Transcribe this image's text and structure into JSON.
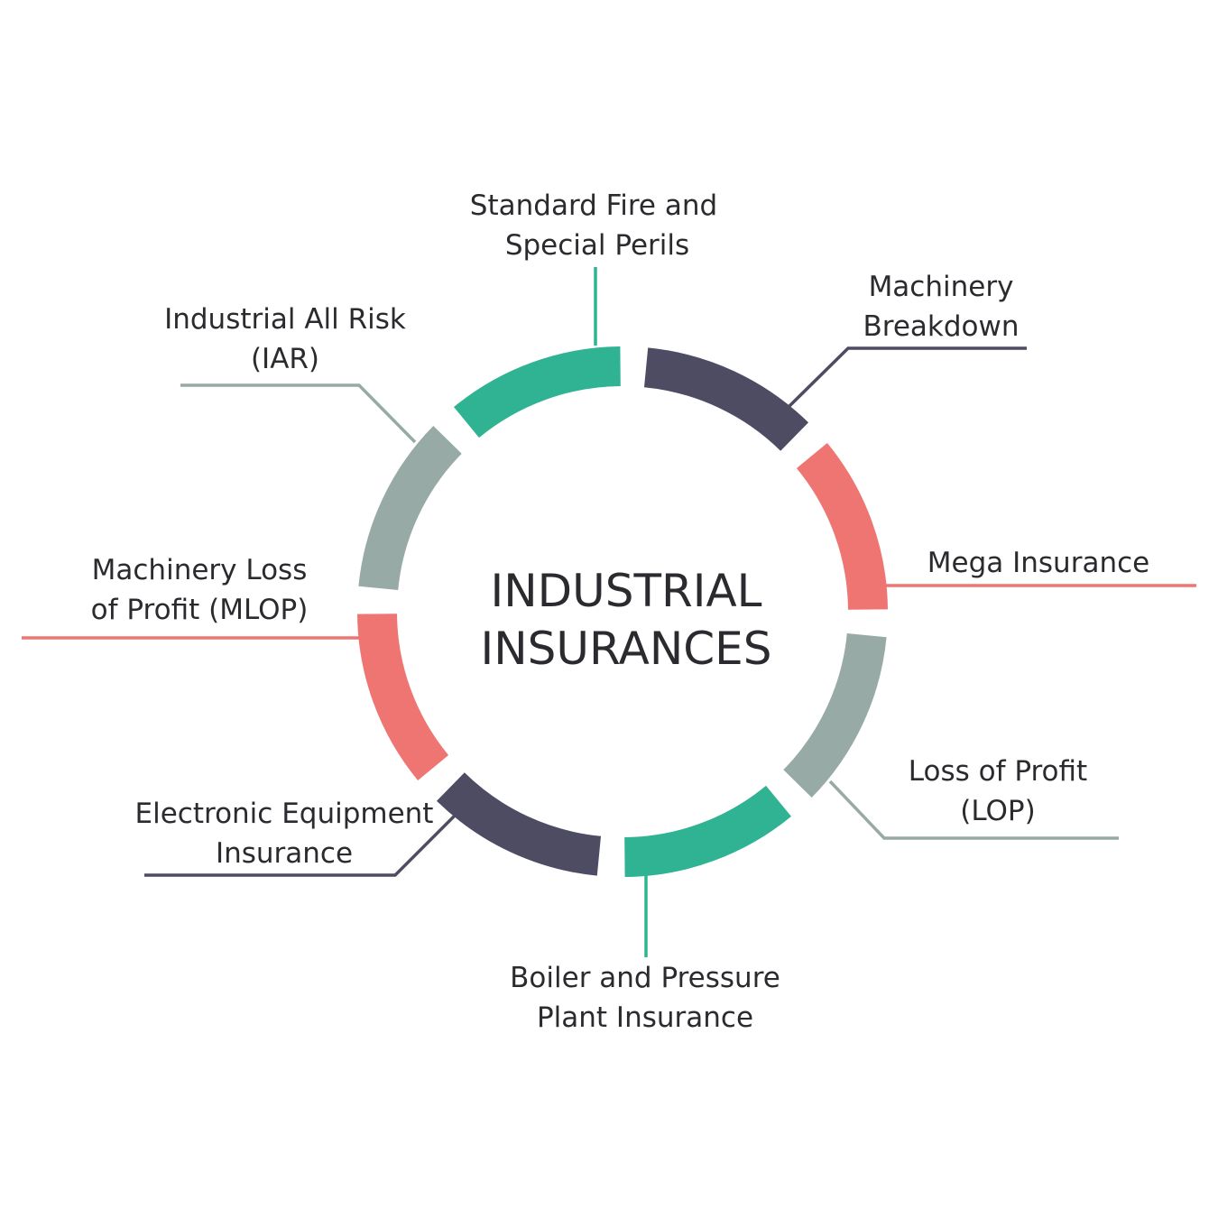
{
  "title": {
    "line1": "INDUSTRIAL",
    "line2": "INSURANCES"
  },
  "colors": {
    "green": "#2fb392",
    "navy": "#4d4c62",
    "coral": "#ef7572",
    "grey": "#97aaa6"
  },
  "segments": [
    {
      "label_lines": [
        "Standard Fire and",
        "Special Perils"
      ],
      "color": "green"
    },
    {
      "label_lines": [
        "Machinery",
        "Breakdown"
      ],
      "color": "navy"
    },
    {
      "label_lines": [
        "Mega Insurance"
      ],
      "color": "coral"
    },
    {
      "label_lines": [
        "Loss of Profit",
        "(LOP)"
      ],
      "color": "grey"
    },
    {
      "label_lines": [
        "Boiler and Pressure",
        "Plant Insurance"
      ],
      "color": "green"
    },
    {
      "label_lines": [
        "Electronic Equipment",
        "Insurance"
      ],
      "color": "navy"
    },
    {
      "label_lines": [
        "Machinery Loss",
        "of Profit (MLOP)"
      ],
      "color": "coral"
    },
    {
      "label_lines": [
        "Industrial All Risk",
        "(IAR)"
      ],
      "color": "grey"
    }
  ]
}
